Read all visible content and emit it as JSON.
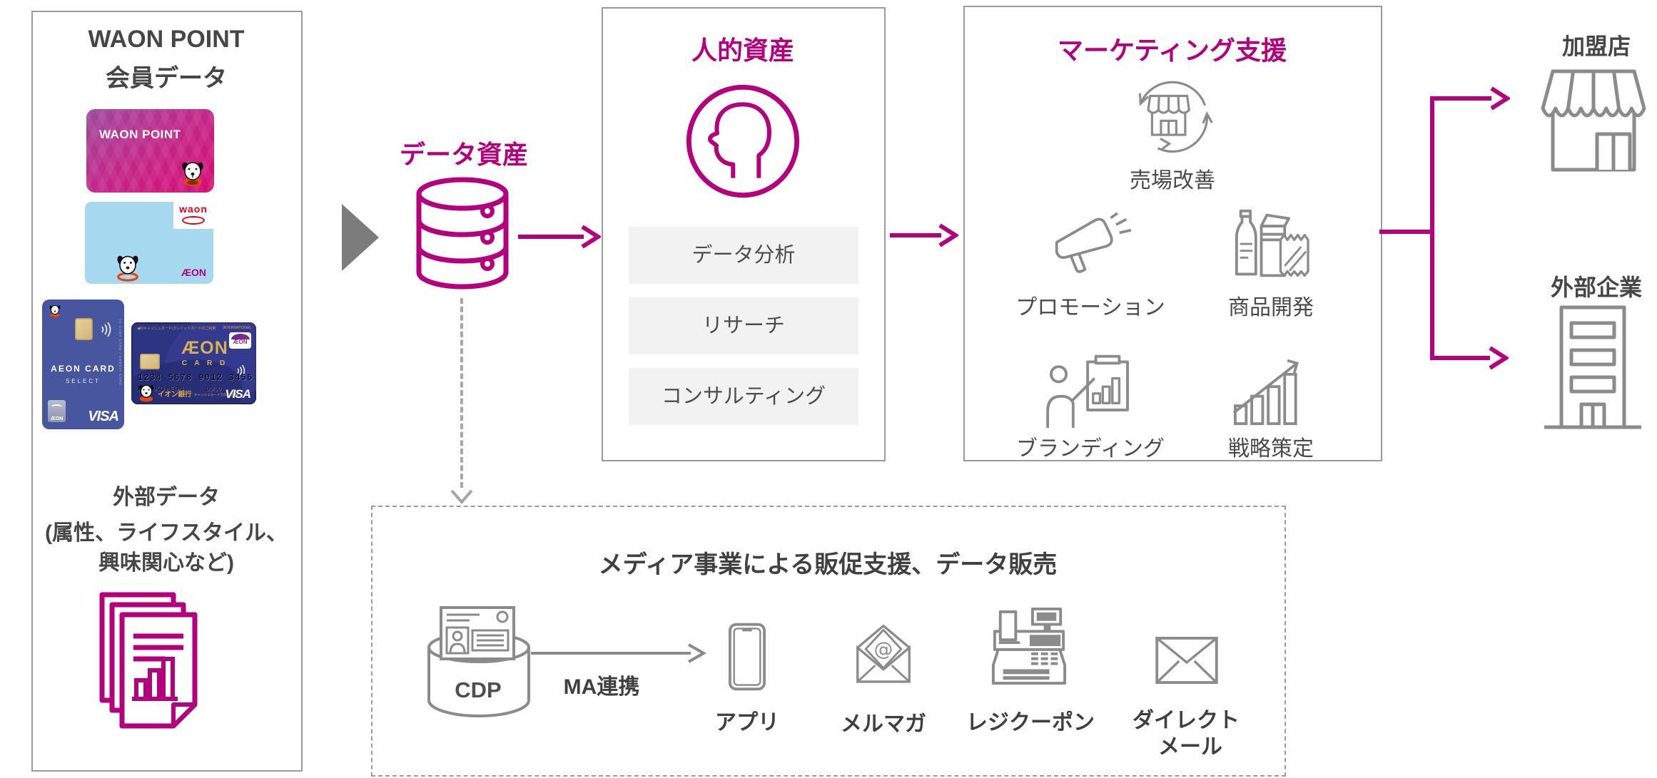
{
  "colors": {
    "magenta": "#b5007d",
    "icon_gray": "#8b8b8b",
    "text_dark": "#464646",
    "border_gray": "#9a9a9a",
    "item_box_fill": "#f2f2f2",
    "waon_card_blue": "#a6d9f0",
    "waon_red": "#e60012",
    "select_card_blue": "#47569e",
    "credit_card_navy": "#2c3484",
    "gold": "#d9a93f"
  },
  "left_panel": {
    "title_line1": "WAON POINT",
    "title_line2": "会員データ",
    "cards": {
      "waon_point": {
        "brand": "WAON POINT"
      },
      "waon": {
        "logo": "waon",
        "aeon": "ÆON"
      },
      "aeon_select": {
        "line1": "AEON CARD",
        "line2": "SELECT",
        "visa": "VISA",
        "badge_text": "ÆON",
        "side_micro": "IC CASH CARD / CREDIT CARD"
      },
      "aeon_credit": {
        "micro_top": "◀IDキャッシュカード/クレジットカードのご利用",
        "international": "INTERNATIONAL",
        "aeon": "ÆON",
        "card_word": "C A R D",
        "number": "1234 5678 9012 3456",
        "holder": "HANAKO AEON",
        "expiry": "00/00",
        "bank": "イオン銀行",
        "micro_bottom": "キャッシュカードでのご利用▶",
        "visa": "VISA",
        "badge": "ÆON"
      }
    },
    "external_data": {
      "title": "外部データ",
      "sub1": "(属性、ライフスタイル、",
      "sub2": "興味関心など)"
    }
  },
  "data_asset": {
    "label": "データ資産"
  },
  "human_asset": {
    "title": "人的資産",
    "items": [
      "データ分析",
      "リサーチ",
      "コンサルティング"
    ]
  },
  "marketing": {
    "title": "マーケティング支援",
    "item_top": "売場改善",
    "items_mid": [
      "プロモーション",
      "商品開発"
    ],
    "items_bottom": [
      "ブランディング",
      "戦略策定"
    ]
  },
  "targets": {
    "merchant": "加盟店",
    "company": "外部企業"
  },
  "media_box": {
    "title": "メディア事業による販促支援、データ販売",
    "cdp_label": "CDP",
    "ma_label": "MA連携",
    "channel_app": "アプリ",
    "channel_mailmag": "メルマガ",
    "channel_coupon": "レジクーポン",
    "channel_dm_line1": "ダイレクト",
    "channel_dm_line2": "メール"
  }
}
